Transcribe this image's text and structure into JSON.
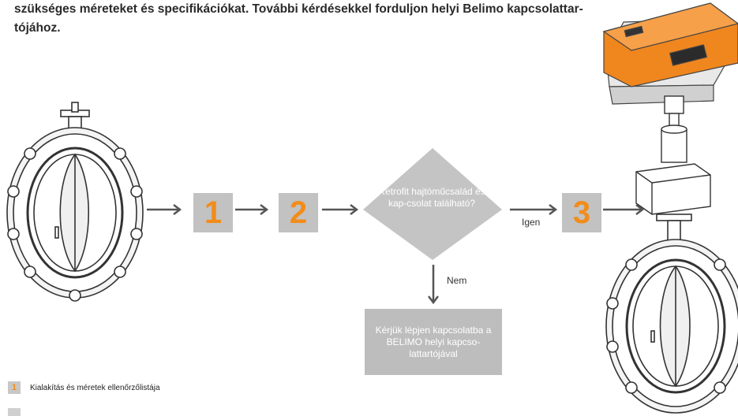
{
  "intro_text": "szükséges méreteket és specifikációkat. További kérdésekkel forduljon helyi Belimo kapcsolattar-tójához.",
  "steps": [
    "1",
    "2",
    "3"
  ],
  "decision_text": "Retrofit hajtóműcsalád és kap-csolat található?",
  "yes_label": "Igen",
  "no_label": "Nem",
  "contact_text": "Kérjük lépjen kapcsolatba a BELIMO helyi kapcso-lattartójával",
  "legend": [
    {
      "number": "1",
      "text": "Kialakítás és méretek ellenőrzőlistája"
    }
  ],
  "colors": {
    "accent": "#f28c1a",
    "step_box": "#c2c2c2",
    "decision": "#c4c4c4",
    "arrow": "#555555",
    "actuator": "#f0861e"
  }
}
